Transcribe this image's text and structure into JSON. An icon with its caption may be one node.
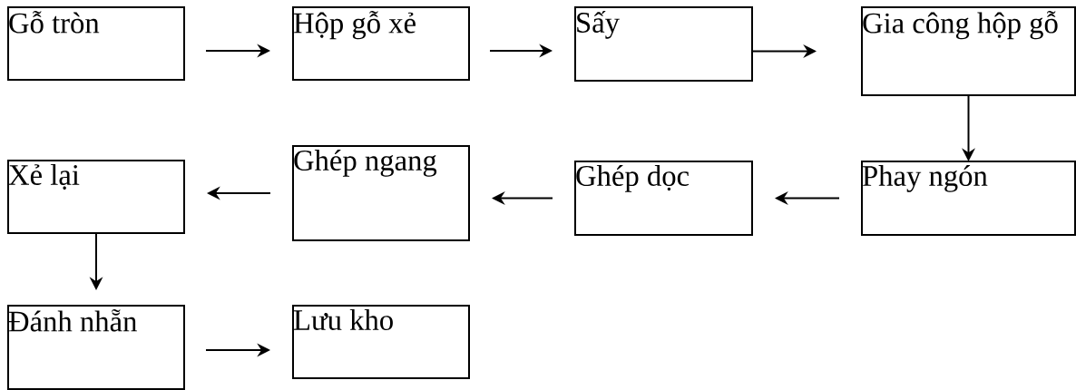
{
  "diagram": {
    "nodes": [
      {
        "text": [
          "Gỗ tròn"
        ]
      },
      {
        "text": [
          "Hộp gỗ xẻ"
        ]
      },
      {
        "text": [
          "Sấy"
        ]
      },
      {
        "text": [
          "Gia công hộp gỗ"
        ]
      },
      {
        "text": [
          "Phay ngón"
        ]
      },
      {
        "text": [
          "Ghép dọc"
        ]
      },
      {
        "text": [
          "Ghép ngang"
        ]
      },
      {
        "text": [
          "Xẻ lại"
        ]
      },
      {
        "text": [
          "Đánh nhẵn"
        ]
      },
      {
        "text": [
          "Lưu kho"
        ]
      }
    ],
    "edges": [
      {
        "from": 0,
        "to": 1,
        "arrow": "to"
      },
      {
        "from": 1,
        "to": 2,
        "arrow": "to"
      },
      {
        "from": 2,
        "to": 3,
        "arrow": "to"
      },
      {
        "from": 3,
        "to": 4,
        "arrow": "to"
      },
      {
        "from": 4,
        "to": 5,
        "arrow": "to"
      },
      {
        "from": 5,
        "to": 6,
        "arrow": "to"
      },
      {
        "from": 6,
        "to": 7,
        "arrow": "to"
      },
      {
        "from": 7,
        "to": 8,
        "arrow": "to"
      },
      {
        "from": 8,
        "to": 9,
        "arrow": "to"
      }
    ]
  }
}
